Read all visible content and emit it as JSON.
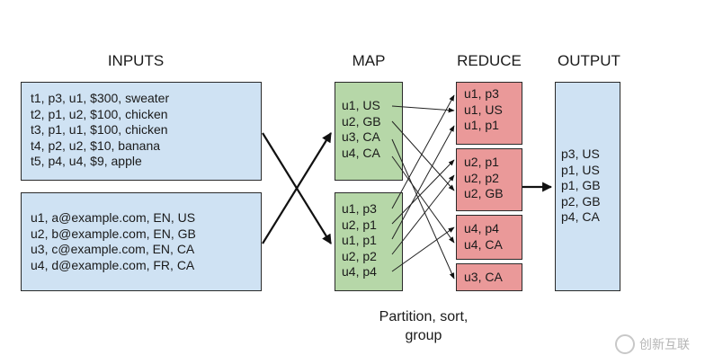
{
  "titles": {
    "inputs": "INPUTS",
    "map": "MAP",
    "reduce": "REDUCE",
    "output": "OUTPUT"
  },
  "inputs": {
    "transactions": [
      "t1, p3, u1, $300, sweater",
      "t2, p1, u2, $100, chicken",
      "t3, p1, u1, $100, chicken",
      "t4, p2, u2, $10, banana",
      "t5, p4, u4, $9, apple"
    ],
    "users": [
      "u1, a@example.com, EN, US",
      "u2, b@example.com, EN, GB",
      "u3, c@example.com, EN, CA",
      "u4, d@example.com, FR, CA"
    ]
  },
  "map": {
    "top": [
      "u1, US",
      "u2, GB",
      "u3, CA",
      "u4, CA"
    ],
    "bottom": [
      "u1, p3",
      "u2, p1",
      "u1, p1",
      "u2, p2",
      "u4, p4"
    ]
  },
  "reduce": {
    "groups": [
      [
        "u1, p3",
        "u1, US",
        "u1, p1"
      ],
      [
        "u2, p1",
        "u2, p2",
        "u2, GB"
      ],
      [
        "u4, p4",
        "u4, CA"
      ],
      [
        "u3, CA"
      ]
    ]
  },
  "output": [
    "p3, US",
    "p1, US",
    "p1, GB",
    "p2, GB",
    "p4, CA"
  ],
  "caption": [
    "Partition, sort,",
    "group"
  ],
  "watermark": "创新互联"
}
